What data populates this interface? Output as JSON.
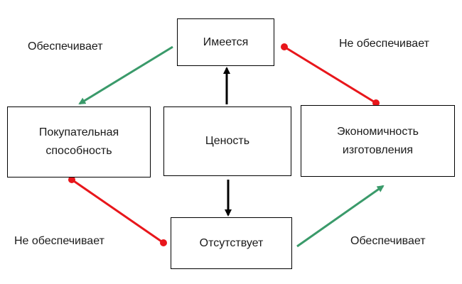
{
  "nodes": {
    "has": {
      "label": "Имеется"
    },
    "purchasing": {
      "line1": "Покупательная",
      "line2": "способность"
    },
    "value": {
      "label": "Ценость"
    },
    "economy": {
      "line1": "Экономичность",
      "line2": "изготовления"
    },
    "absent": {
      "label": "Отсутствует"
    }
  },
  "edge_labels": {
    "top_left": "Обеспечивает",
    "top_right": "Не обеспечивает",
    "bottom_left": "Не обеспечивает",
    "bottom_right": "Обеспечивает"
  },
  "colors": {
    "provides": "#3a9a6a",
    "not_provides": "#e8161b",
    "structure": "#000000"
  }
}
